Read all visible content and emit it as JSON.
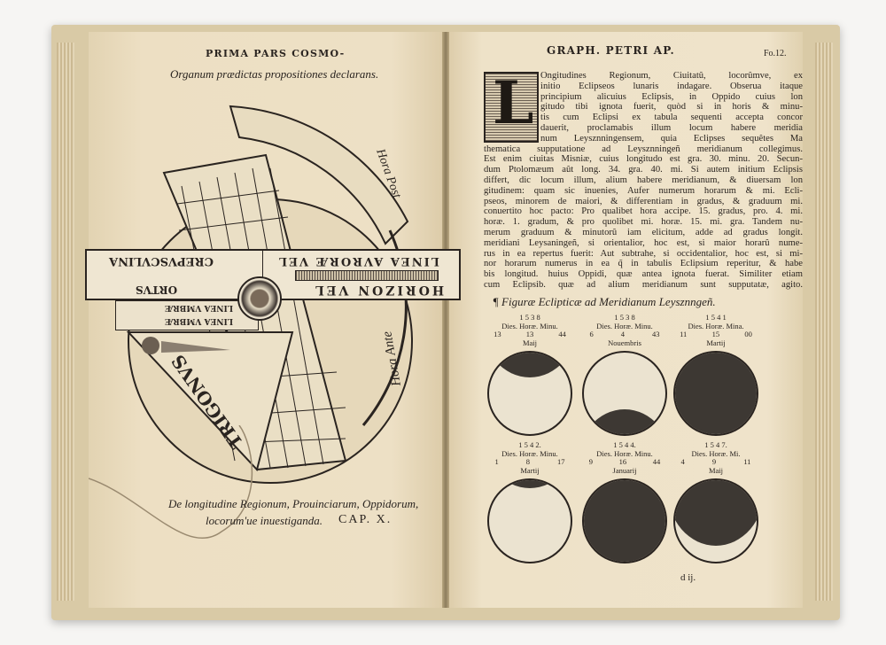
{
  "left_page": {
    "running_head": "PRIMA PARS COSMO-",
    "subtitle": "Organum prædictas propositiones declarans.",
    "instrument": {
      "strip_top_left": "CREPVSCVLINA",
      "strip_top_right": "LINEA AVRORÆ VEL",
      "strip_bottom_right": "HORIZON VEL",
      "strip_bottom_left": "ORTVS",
      "shadow_line_1": "LINEA VMBRÆ",
      "shadow_line_2": "LINEA VMBRÆ",
      "triangle_label": "TRIGONVS",
      "hour_label": "Hora Ante",
      "hour_label_2": "Hora Post"
    },
    "chapter_title_1": "De longitudine Regionum, Prouinciarum, Oppidorum,",
    "chapter_title_2": "locorum'ue inuestiganda.",
    "chapter_number": "CAP. X."
  },
  "right_page": {
    "running_head": "GRAPH. PETRI AP.",
    "folio": "Fo.12.",
    "drop_cap": "L",
    "lines": [
      "Ongitudines Regionum, Ciuitatû, locorûmve, ex",
      "initio Eclipseos lunaris indagare. Obserua itaque",
      "principium alicuius Eclipsis, in Oppido cuius lon",
      "gitudo tibi ignota fuerit, quòd si in horis & minu-",
      "tis cum Eclipsi ex tabula sequenti accepta concor",
      "dauerit, proclamabis illum locum habere meridia",
      "num Leysznningensem, quia Eclipses sequêtes Ma",
      "thematica supputatione ad Leysznningeñ meridianum collegimus.",
      "Est enim ciuitas Misniæ, cuius longitudo est gra. 30. minu. 20. Secun-",
      "dum Ptolomæum aût long. 34. gra. 40. mi. Si autem initium Eclipsis",
      "differt, dic locum illum, alium habere meridianum, & diuersam lon",
      "gitudinem: quam sic inuenies, Aufer numerum horarum & mi. Ecli-",
      "pseos, minorem de maiori, & differentiam in gradus, & graduum mi.",
      "conuertito hoc pacto: Pro qualibet hora accipe. 15. gradus, pro. 4. mi.",
      "horæ. 1. gradum, & pro quolibet mi. horæ. 15. mi. gra. Tandem nu-",
      "merum graduum & minutorû iam elicitum, adde ad gradus longit.",
      "meridiani Leysaningeñ, si orientalior, hoc est, si maior horarû nume-",
      "rus in ea repertus fuerit: Aut subtrahe, si occidentalior, hoc est, si mi-",
      "nor horarum numerus in ea q̃ in tabulis Eclipsium reperitur, & habe",
      "bis longitud. huius Oppidi, quæ antea ignota fuerat. Similiter etiam",
      "cum Eclipsib. quæ ad alium meridianum sunt supputatæ, agito."
    ],
    "figures_title": "¶ Figuræ Eclipticæ ad Meridianum Leysznngeñ.",
    "eclipses": [
      {
        "year": "1 5 3 8",
        "heading": "Dies. Horæ. Minu.",
        "day": "13",
        "hour": "13",
        "minute": "44",
        "month": "Maij",
        "shadow_side": "top",
        "shadow_fraction": 0.3
      },
      {
        "year": "1 5 3 8",
        "heading": "Dies. Horæ. Minu.",
        "day": "6",
        "hour": "4",
        "minute": "43",
        "month": "Nouembris",
        "shadow_side": "bottom",
        "shadow_fraction": 0.3
      },
      {
        "year": "1 5 4 1",
        "heading": "Dies. Horæ. Mina.",
        "day": "11",
        "hour": "15",
        "minute": "00",
        "month": "Martij",
        "shadow_side": "full",
        "shadow_fraction": 1
      },
      {
        "year": "1 5 4 2.",
        "heading": "Dies. Horæ. Minu.",
        "day": "1",
        "hour": "8",
        "minute": "17",
        "month": "Martij",
        "shadow_side": "top",
        "shadow_fraction": 0.1
      },
      {
        "year": "1 5 4 4.",
        "heading": "Dies. Horæ. Minu.",
        "day": "9",
        "hour": "16",
        "minute": "44",
        "month": "Januarij",
        "shadow_side": "full",
        "shadow_fraction": 1
      },
      {
        "year": "1 5 4 7.",
        "heading": "Dies. Horæ. Mi.",
        "day": "4",
        "hour": "9",
        "minute": "11",
        "month": "Maij",
        "shadow_side": "top",
        "shadow_fraction": 0.8
      }
    ],
    "signature": "d ij."
  }
}
